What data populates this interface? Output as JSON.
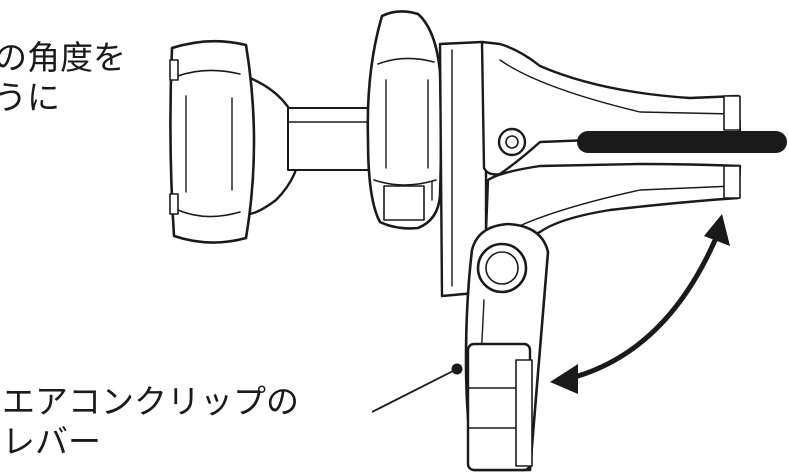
{
  "top_callout": {
    "line1": "の角度を",
    "line2": "うに"
  },
  "lever_callout": {
    "line1": "エアコンクリップの",
    "line2": "レバー"
  },
  "colors": {
    "line": "#1a1a1a",
    "background": "#ffffff"
  }
}
